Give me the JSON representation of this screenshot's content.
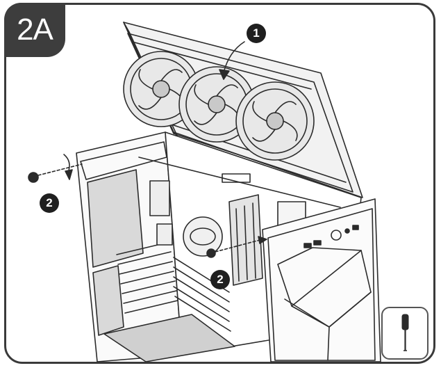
{
  "step": {
    "label": "2A"
  },
  "callouts": [
    {
      "number": "1",
      "target": "top-fan-panel"
    },
    {
      "number": "2",
      "target": "rear-thumbscrew"
    },
    {
      "number": "2",
      "target": "front-thumbscrew"
    }
  ],
  "tool": {
    "icon": "screwdriver-icon"
  },
  "colors": {
    "line": "#2b2b2b",
    "badge": "#3d3d3d",
    "callout": "#1f1f1f"
  }
}
